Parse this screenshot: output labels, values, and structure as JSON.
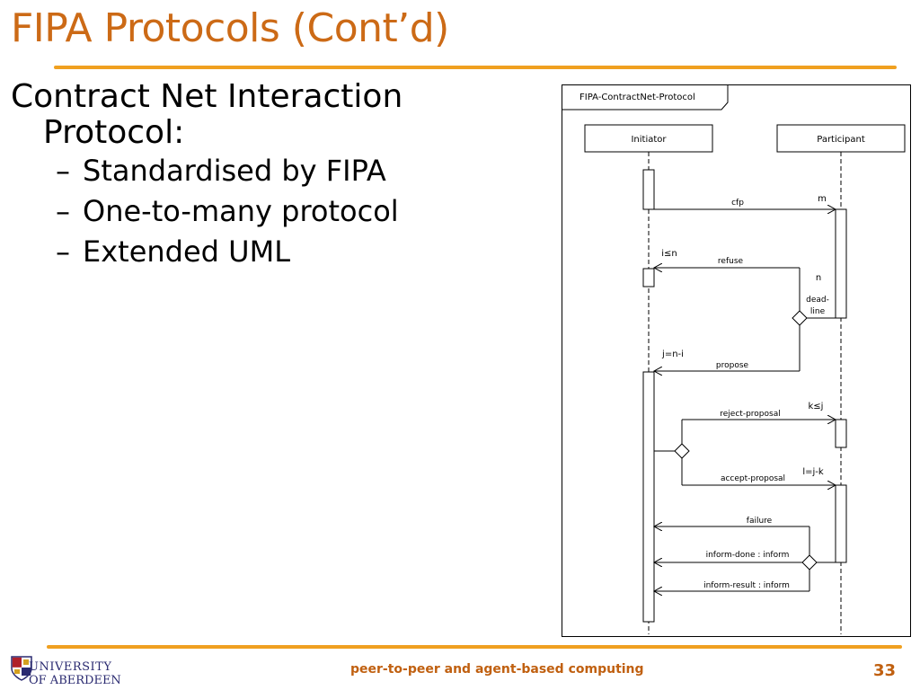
{
  "title": "FIPA Protocols (Cont’d)",
  "bullets": {
    "main_line1": "Contract Net Interaction",
    "main_line2": "Protocol:",
    "subs": [
      "Standardised by FIPA",
      "One-to-many protocol",
      "Extended UML"
    ],
    "dash": "–"
  },
  "diagram": {
    "frame_label": "FIPA-ContractNet-Protocol",
    "lifelines": [
      "Initiator",
      "Participant"
    ],
    "messages": [
      "cfp",
      "refuse",
      "propose",
      "reject-proposal",
      "accept-proposal",
      "failure",
      "inform-done : inform",
      "inform-result : inform"
    ],
    "annotations": {
      "m": "m",
      "i_n": "i≤n",
      "n": "n",
      "deadline_1": "dead-",
      "deadline_2": "line",
      "j": "j=n-i",
      "k": "k≤j",
      "l": "l=j-k"
    }
  },
  "footer": {
    "logo_line1": "UNIVERSITY",
    "logo_line2": "OF ABERDEEN",
    "course": "peer-to-peer and agent-based computing",
    "page": "33"
  },
  "colors": {
    "title": "#cc6a16",
    "rule": "#f0a020",
    "footer_text": "#c06010"
  }
}
